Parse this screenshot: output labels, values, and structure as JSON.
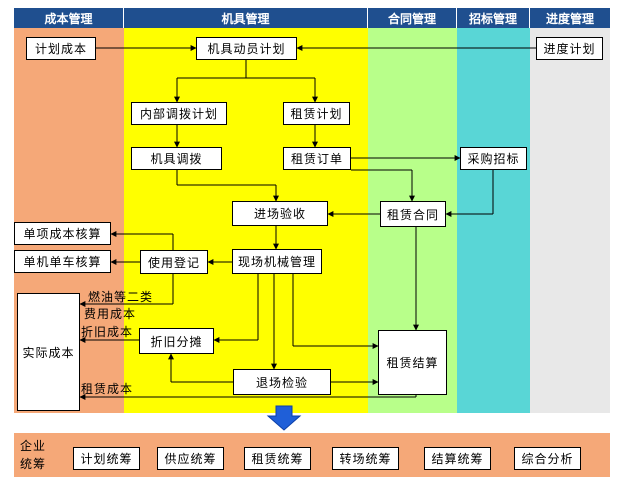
{
  "colors": {
    "cost_lane": "#f5a878",
    "machine_lane": "#ffff00",
    "contract_lane": "#b8ff8a",
    "bidding_lane": "#59d6d6",
    "progress_lane": "#e8e8e8",
    "header_bg": "#1f4f8f",
    "arrow_blue": "#1f5fd8"
  },
  "lanes": {
    "cost": "成本管理",
    "machine": "机具管理",
    "contract": "合同管理",
    "bidding": "招标管理",
    "progress": "进度管理"
  },
  "nodes": {
    "plan_cost": "计划成本",
    "mobilization_plan": "机具动员计划",
    "progress_plan": "进度计划",
    "internal_plan": "内部调拨计划",
    "lease_plan": "租赁计划",
    "machine_transfer": "机具调拨",
    "lease_order": "租赁订单",
    "procurement_bid": "采购招标",
    "entry_inspection": "进场验收",
    "lease_contract": "租赁合同",
    "single_item_cost": "单项成本核算",
    "single_machine_cost": "单机单车核算",
    "usage_register": "使用登记",
    "site_management": "现场机械管理",
    "actual_cost": "实际成本",
    "depreciation": "折旧分摊",
    "lease_settlement": "租赁结算",
    "exit_inspection": "退场检验"
  },
  "edge_labels": {
    "fuel_line1": "燃油等二类",
    "fuel_line2": "费用成本",
    "depreciation_cost": "折旧成本",
    "lease_cost": "租赁成本"
  },
  "enterprise": {
    "label": "企业统筹",
    "items": [
      "计划统筹",
      "供应统筹",
      "租赁统筹",
      "转场统筹",
      "结算统筹",
      "综合分析"
    ]
  }
}
